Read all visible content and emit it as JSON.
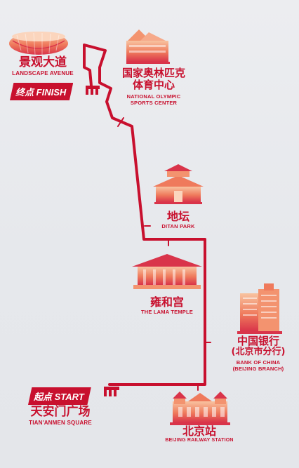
{
  "colors": {
    "route": "#c8102e",
    "bg": "#e8eaee",
    "accent_light": "#f6a98a"
  },
  "landmarks": {
    "landscape": {
      "zh": "景观大道",
      "en": "LANDSCAPE AVENUE",
      "icon": "birds-nest-stadium-icon"
    },
    "olympic": {
      "zh1": "国家奥林匹克",
      "zh2": "体育中心",
      "en1": "NATIONAL OLYMPIC",
      "en2": "SPORTS CENTER",
      "icon": "olympic-center-icon"
    },
    "ditan": {
      "zh": "地坛",
      "en": "DITAN PARK",
      "icon": "ditan-gate-icon"
    },
    "lama": {
      "zh": "雍和宫",
      "en": "THE LAMA TEMPLE",
      "icon": "lama-temple-icon"
    },
    "boc": {
      "zh1": "中国银行",
      "zh2": "(北京市分行)",
      "en1": "BANK OF CHINA",
      "en2": "(BEIJING BRANCH)",
      "icon": "bank-building-icon"
    },
    "station": {
      "zh": "北京站",
      "en": "BEIJING RAILWAY STATION",
      "icon": "railway-station-icon"
    },
    "tiananmen": {
      "zh": "天安门广场",
      "en": "TIAN'ANMEN SQUARE"
    }
  },
  "tags": {
    "finish": {
      "zh": "终点",
      "en": "FINISH"
    },
    "start": {
      "zh": "起点",
      "en": "START"
    }
  }
}
